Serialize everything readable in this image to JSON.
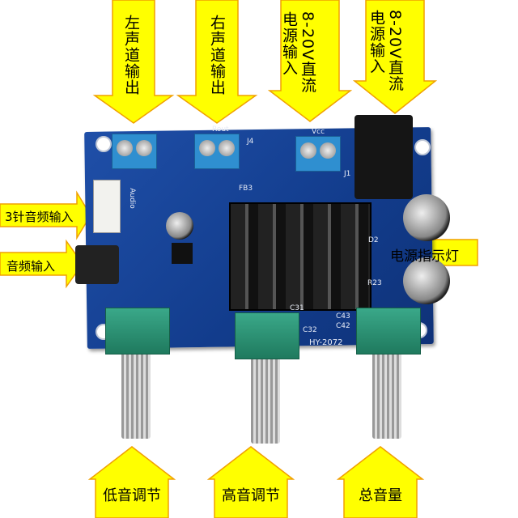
{
  "top_labels": [
    {
      "lines": [
        "左声道输出"
      ]
    },
    {
      "lines": [
        "右声道输出"
      ]
    },
    {
      "lines": [
        "8-20V直流",
        "电源输入"
      ]
    },
    {
      "lines": [
        "8-20V直流",
        "电源输入"
      ]
    }
  ],
  "side_labels": {
    "three_pin_audio_input": "3针音频输入",
    "audio_input": "音频输入",
    "power_indicator": "电源指示灯"
  },
  "bottom_labels": {
    "bass": "低音调节",
    "treble": "高音调节",
    "volume": "总音量"
  },
  "board": {
    "model": "HY-2072",
    "connector_label": "Audio",
    "silk": [
      "Rout",
      "Vcc",
      "J4",
      "J1",
      "FB3",
      "D2",
      "C31",
      "C32",
      "C43",
      "C42",
      "R23"
    ]
  },
  "colors": {
    "arrow_fill": "#ffff00",
    "arrow_stroke": "#f0a000",
    "pcb": "#1a4a9e"
  }
}
